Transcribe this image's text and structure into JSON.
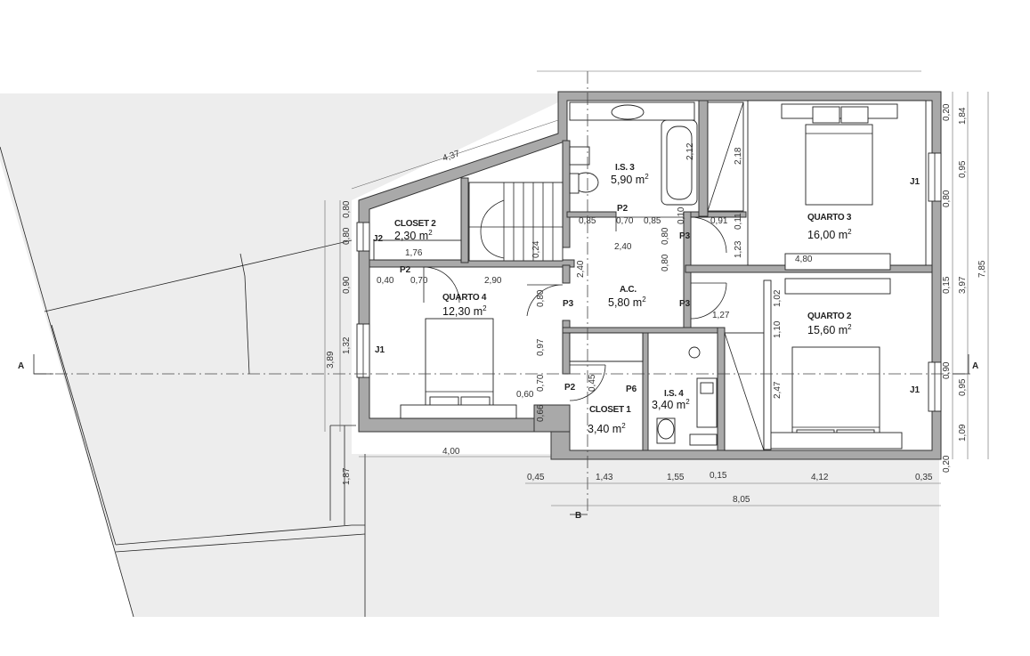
{
  "rooms": [
    {
      "key": "ls3",
      "name": "I.S. 3",
      "area": "5,90 m",
      "sup": "2"
    },
    {
      "key": "closet2",
      "name": "CLOSET 2",
      "area": "2,30 m",
      "sup": "2"
    },
    {
      "key": "quarto3",
      "name": "QUARTO 3",
      "area": "16,00 m",
      "sup": "2"
    },
    {
      "key": "quarto4",
      "name": "QUARTO 4",
      "area": "12,30 m",
      "sup": "2"
    },
    {
      "key": "ac",
      "name": "A.C.",
      "area": "5,80 m",
      "sup": "2"
    },
    {
      "key": "quarto2",
      "name": "QUARTO 2",
      "area": "15,60 m",
      "sup": "2"
    },
    {
      "key": "closet1",
      "name": "CLOSET 1",
      "area": "3,40 m",
      "sup": "2"
    },
    {
      "key": "is4",
      "name": "I.S. 4",
      "area": "3,40 m",
      "sup": "2"
    }
  ],
  "door_labels": [
    "P2",
    "P2",
    "P3",
    "P3",
    "P3",
    "P2",
    "P6",
    "J2"
  ],
  "window_labels": [
    "J1",
    "J1",
    "J1"
  ],
  "section_marks": {
    "a_left": "A",
    "a_right": "A",
    "b": "B"
  },
  "dimensions": {
    "top_left_diag": "4,37",
    "right_1": "0,20",
    "right_2": "1,84",
    "right_3": "0,95",
    "right_4": "0,80",
    "right_5": "0,15",
    "right_6": "0,90",
    "right_7": "0,95",
    "right_8": "1,09",
    "right_9": "0,20",
    "right_total_a": "3,97",
    "right_total_b": "7,85",
    "bottom_1": "0,45",
    "bottom_2": "1,43",
    "bottom_3": "1,55",
    "bottom_4": "0,15",
    "bottom_5": "4,12",
    "bottom_6": "0,35",
    "bottom_total": "8,05",
    "left_bottom": "4,00",
    "left_v1": "0,80",
    "left_v2": "0,80",
    "left_v3": "0,90",
    "left_v4": "1,32",
    "left_v5": "3,89",
    "left_v6": "1,87",
    "ls3_bath": "2,12",
    "ls3_w1": "0,85",
    "ls3_w2": "0,70",
    "ls3_w3": "0,85",
    "q3_v": "2,18",
    "q3_w": "4,80",
    "q3_d1": "0,91",
    "q3_v2": "1,23",
    "q3_v3": "0,11",
    "hall_w": "2,40",
    "hall_v1": "0,80",
    "hall_v2": "0,80",
    "hall_v3": "0,10",
    "q4_w1": "0,40",
    "q4_w2": "0,70",
    "q4_w3": "2,90",
    "q4_v1": "0,80",
    "q4_v2": "0,97",
    "q2_v1": "1,02",
    "q2_v2": "1,10",
    "q2_v3": "2,47",
    "q2_w": "1,27",
    "cl2_w": "1,76",
    "stair": "2,40",
    "stair_v": "0,24",
    "cl1_v1": "0,70",
    "cl1_v2": "0,60",
    "cl1_v3": "0,66",
    "cl1_v4": "0,45"
  }
}
